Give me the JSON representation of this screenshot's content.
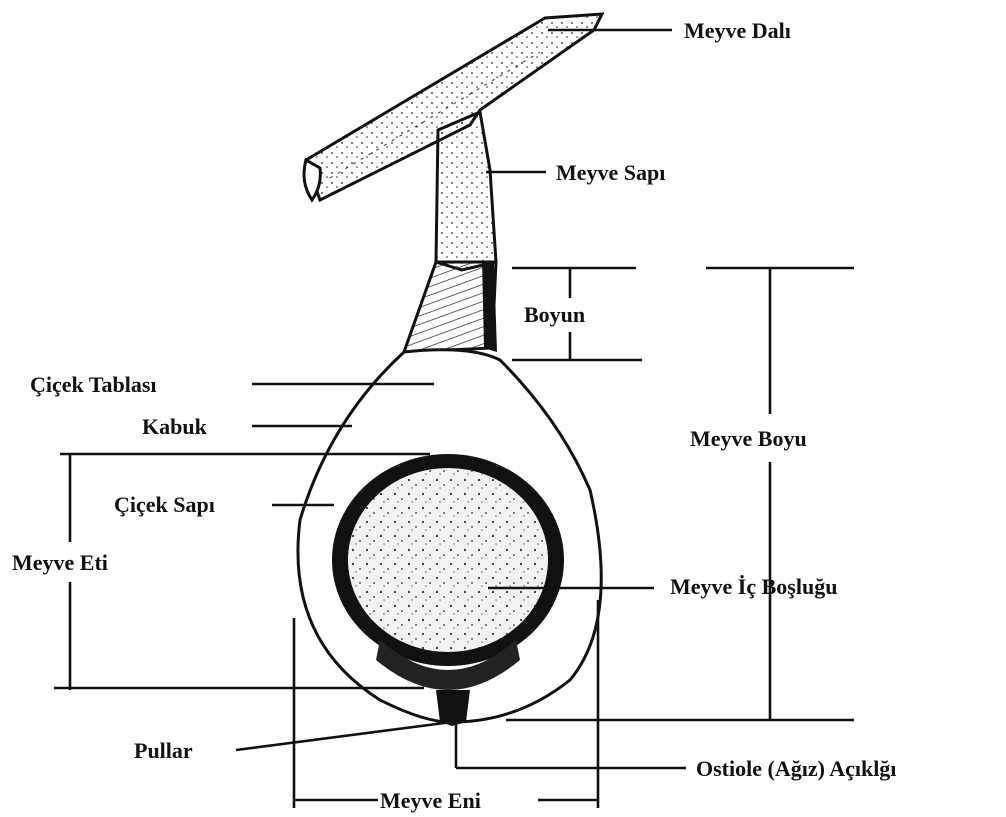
{
  "labels": {
    "meyve_dali": "Meyve Dalı",
    "meyve_sapi": "Meyve Sapı",
    "boyun": "Boyun",
    "cicek_tablasi": "Çiçek Tablası",
    "kabuk": "Kabuk",
    "meyve_boyu": "Meyve Boyu",
    "cicek_sapi": "Çiçek Sapı",
    "meyve_eti": "Meyve Eti",
    "meyve_ic_boslugu": "Meyve İç Boşluğu",
    "pullar": "Pullar",
    "ostiole": "Ostiole (Ağız) Açıklğı",
    "meyve_eni": "Meyve Eni"
  }
}
